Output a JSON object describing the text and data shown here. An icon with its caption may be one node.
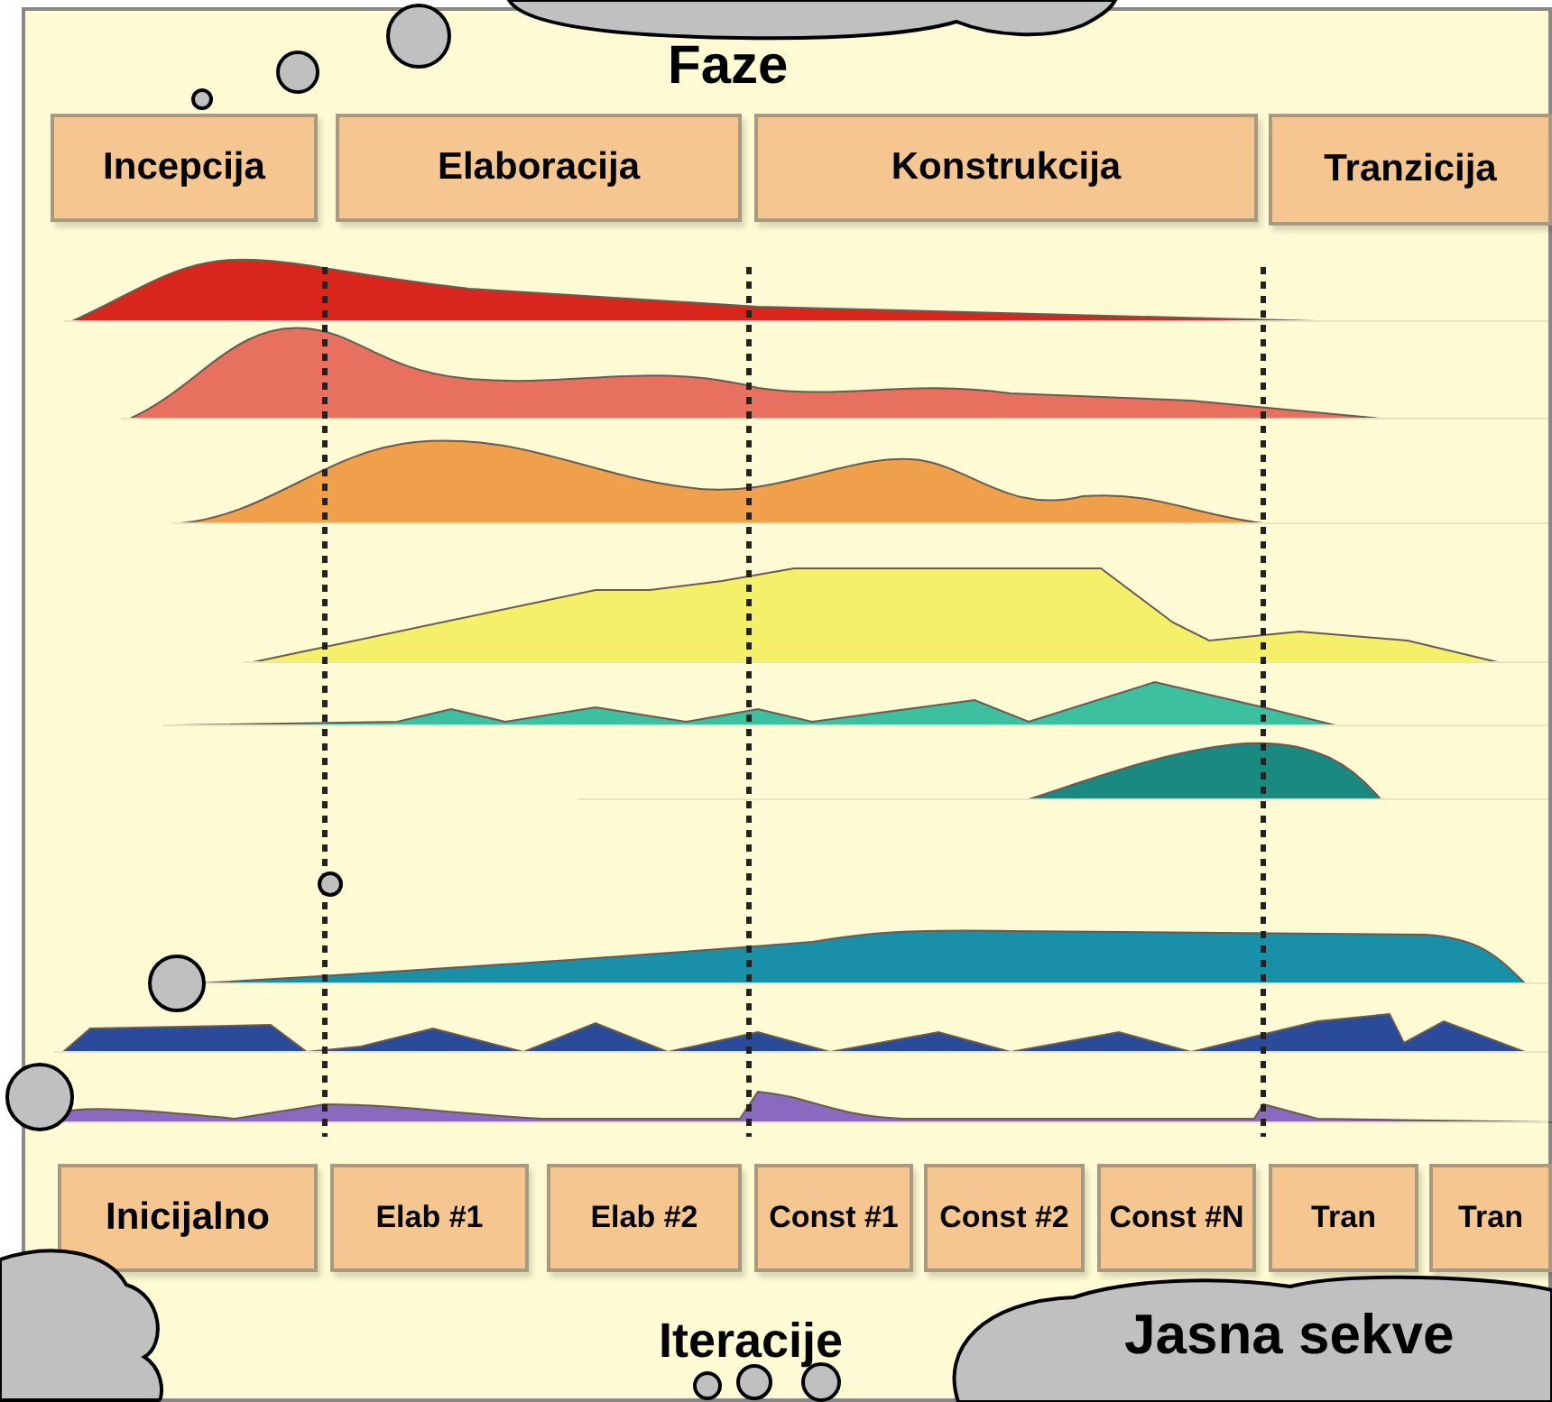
{
  "diagram": {
    "nodes": [
      {
        "text": [
          "Incepcija"
        ]
      },
      {
        "text": [
          "Elaboracija"
        ]
      },
      {
        "text": [
          "Konstrukcija"
        ]
      },
      {
        "text": [
          "Tranzicija"
        ]
      },
      {
        "text": [
          "Inicijalno"
        ]
      },
      {
        "text": [
          "Elab #1"
        ]
      },
      {
        "text": [
          "Elab #2"
        ]
      },
      {
        "text": [
          "Const #1"
        ]
      },
      {
        "text": [
          "Const #2"
        ]
      },
      {
        "text": [
          "Const #N"
        ]
      },
      {
        "text": [
          "Tran"
        ]
      },
      {
        "text": [
          "Tran"
        ]
      },
      {
        "text": [],
        "shape": "cloud"
      },
      {
        "text": [],
        "shape": "cloud"
      },
      {
        "text": [
          "Jasna sekve"
        ]
      }
    ],
    "labels": [
      "Faze",
      "Iteracije"
    ]
  }
}
